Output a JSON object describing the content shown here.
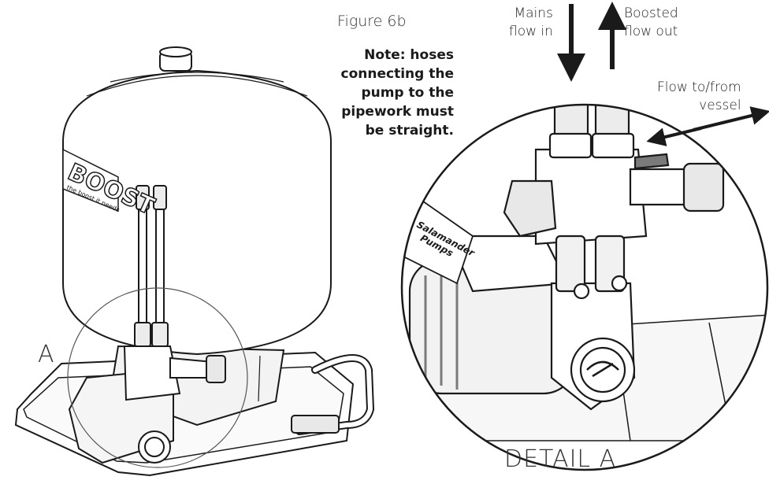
{
  "figure_title": "Figure 6b",
  "note_lines": [
    "Note: hoses",
    "connecting the",
    "pump to the",
    "pipework must",
    "be straight."
  ],
  "labels": {
    "mains": [
      "Mains",
      "flow in"
    ],
    "boosted": [
      "Boosted",
      "flow out"
    ],
    "vessel": [
      "Flow to/from",
      "vessel"
    ]
  },
  "detail_label": "DETAIL A",
  "detail_letter": "A",
  "vessel_brand": "BOOST",
  "vessel_tagline": "the boost it needs",
  "pump_brand": [
    "Salamander",
    "Pumps"
  ],
  "colors": {
    "line": "#1a1a1a",
    "fill": "#ffffff",
    "shade": "#d9d9d9",
    "dark": "#7a7a7a"
  }
}
